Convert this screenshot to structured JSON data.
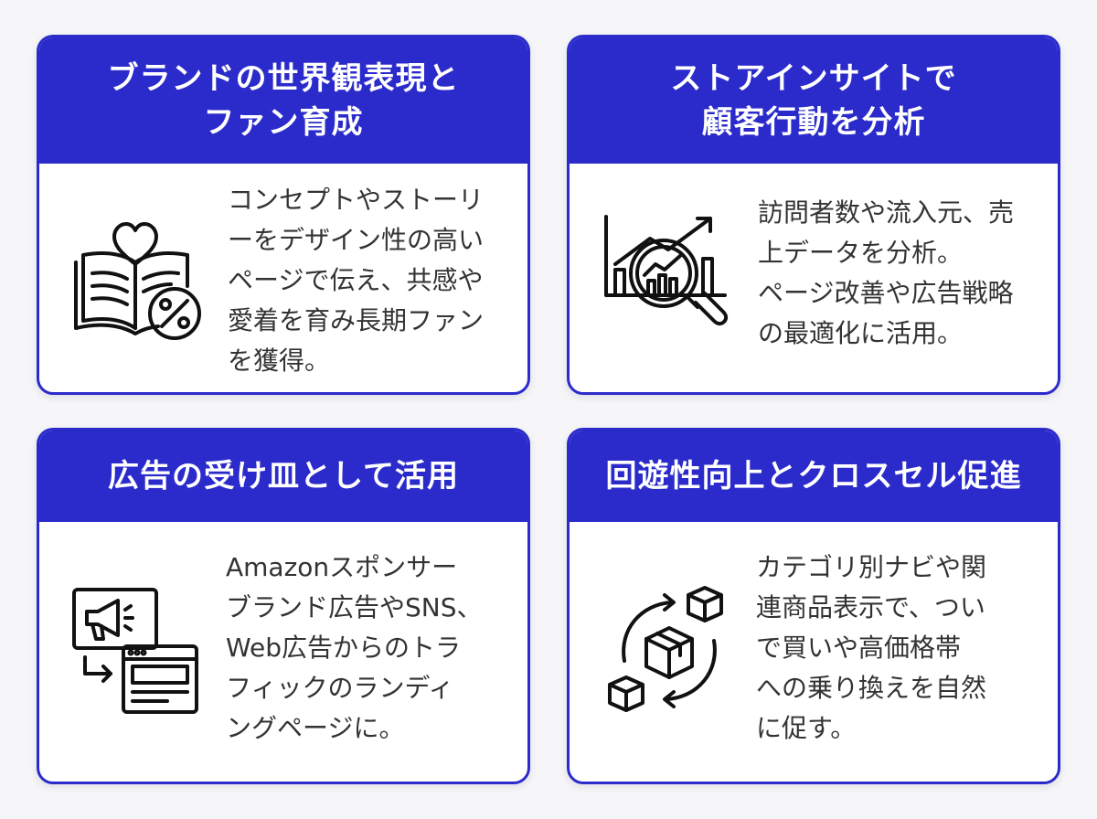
{
  "cards": [
    {
      "title": "ブランドの世界観表現と\nファン育成",
      "text": "コンセプトやストーリ\nーをデザイン性の高い\nページで伝え、共感や\n愛着を育み長期ファン\nを獲得。",
      "icon": "book-heart-percent-icon"
    },
    {
      "title": "ストアインサイトで\n顧客行動を分析",
      "text": "訪問者数や流入元、売\n上データを分析。\nページ改善や広告戦略\nの最適化に活用。",
      "icon": "chart-magnifier-icon"
    },
    {
      "title": "広告の受け皿として活用",
      "text": "Amazonスポンサー\nブランド広告やSNS、\nWeb広告からのトラ\nフィックのランディ\nングページに。",
      "icon": "megaphone-landing-page-icon"
    },
    {
      "title": "回遊性向上とクロスセル促進",
      "text": "カテゴリ別ナビや関\n連商品表示で、つい\nで買いや高価格帯\nへの乗り換えを自然\nに促す。",
      "icon": "boxes-cycle-icon"
    }
  ],
  "colors": {
    "accent": "#2b2bcc",
    "background": "#f6f6f8",
    "card": "#ffffff",
    "text": "#333333"
  }
}
